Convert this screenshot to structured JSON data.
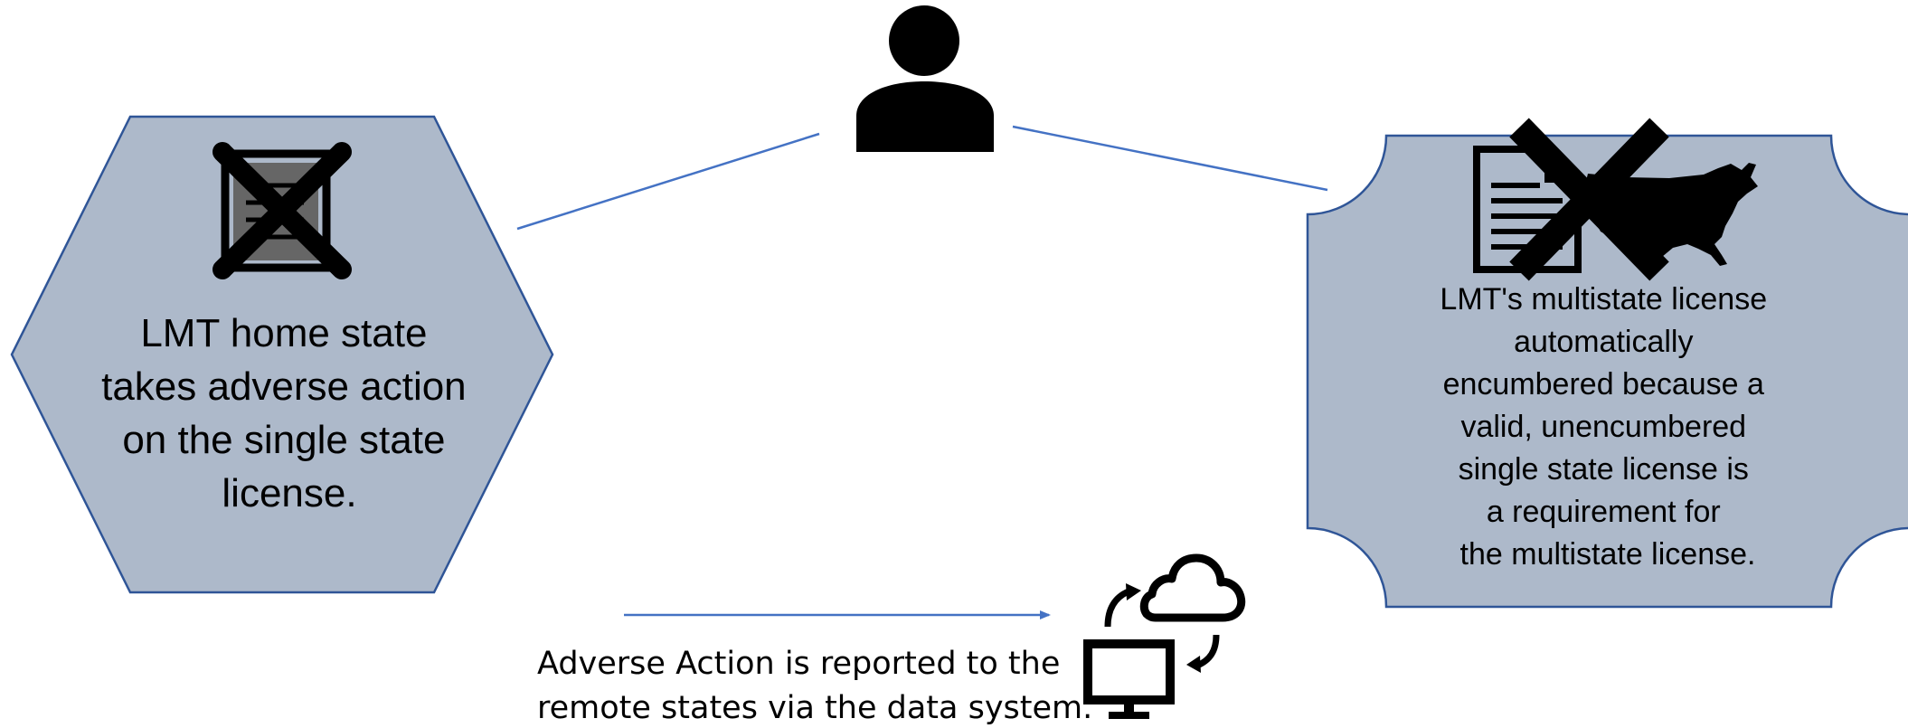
{
  "diagram": {
    "home_state": {
      "label_lines": [
        "LMT home state",
        "takes adverse action",
        "on the single state",
        "license."
      ],
      "icon": "crossed-out-license-icon"
    },
    "licensee": {
      "icon": "person-icon"
    },
    "multistate": {
      "label_lines": [
        "LMT's multistate license",
        "automatically",
        "encumbered because a",
        "valid, unencumbered",
        "single state license is",
        "a requirement for",
        "the multistate license."
      ],
      "icons": [
        "document-icon",
        "usa-map-icon",
        "x-mark-icon"
      ]
    },
    "data_system": {
      "caption_lines": [
        "Adverse Action is reported to the",
        "remote states via the data system."
      ],
      "icon": "cloud-sync-computer-icon"
    },
    "colors": {
      "shape_fill": "#adb9ca",
      "shape_stroke": "#2f5597",
      "connector": "#4472c4",
      "icon": "#000000"
    }
  }
}
